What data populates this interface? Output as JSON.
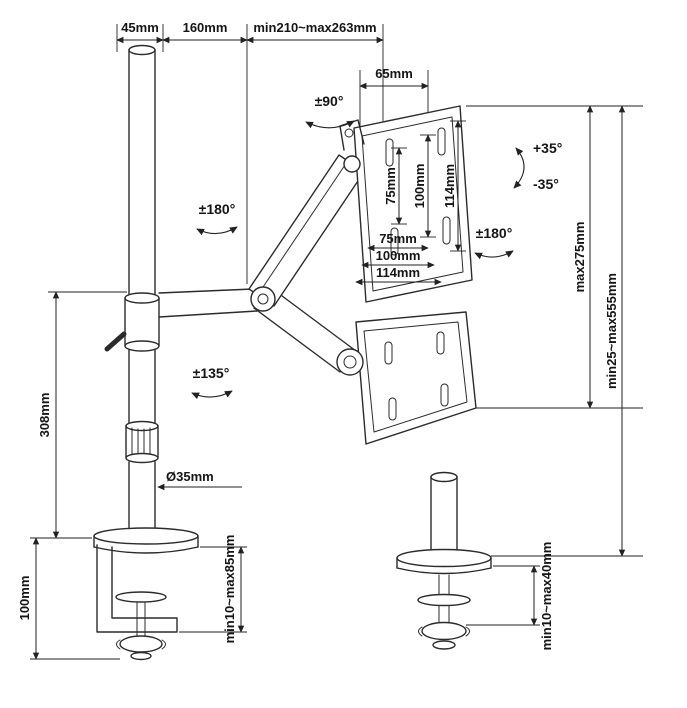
{
  "page": {
    "background": "#ffffff",
    "ink": "#1f1f1f"
  },
  "labels": {
    "top_45": "45mm",
    "top_160": "160mm",
    "top_range": "min210~max263mm",
    "head_depth": "65mm",
    "rot_90": "±90°",
    "rot_180_arm": "±180°",
    "rot_180_plate": "±180°",
    "rot_135": "±135°",
    "tilt_up": "+35°",
    "tilt_down": "-35°",
    "vesa_v_75": "75mm",
    "vesa_v_100": "100mm",
    "vesa_v_114": "114mm",
    "vesa_h_75": "75mm",
    "vesa_h_100": "100mm",
    "vesa_h_114": "114mm",
    "right_max": "max275mm",
    "right_range": "min25~max555mm",
    "pole_height": "308mm",
    "pole_diameter": "Ø35mm",
    "clamp_height": "100mm",
    "clamp_range": "min10~max85mm",
    "grommet_range": "min10~max40mm"
  }
}
